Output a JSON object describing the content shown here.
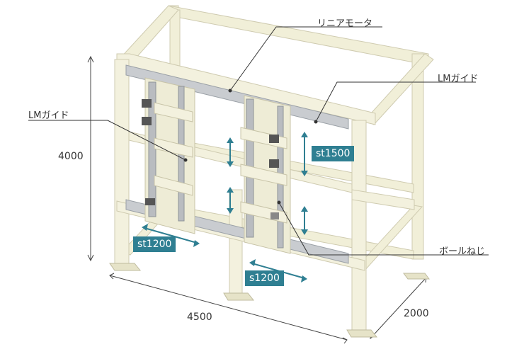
{
  "labels": {
    "linear_motor": "リニアモータ",
    "lm_guide_right": "LMガイド",
    "lm_guide_left": "LMガイド",
    "ball_screw": "ボールねじ"
  },
  "dimensions": {
    "height": "4000",
    "width": "4500",
    "depth": "2000"
  },
  "strokes": {
    "vertical": "st1500",
    "horizontal_back": "st1200",
    "horizontal_front": "s1200"
  },
  "colors": {
    "frame": "#f1efd8",
    "frame_shadow": "#d9d6bb",
    "rail": "#c9ccd0",
    "badge": "#2f7f92",
    "arrow": "#2f7f92"
  }
}
